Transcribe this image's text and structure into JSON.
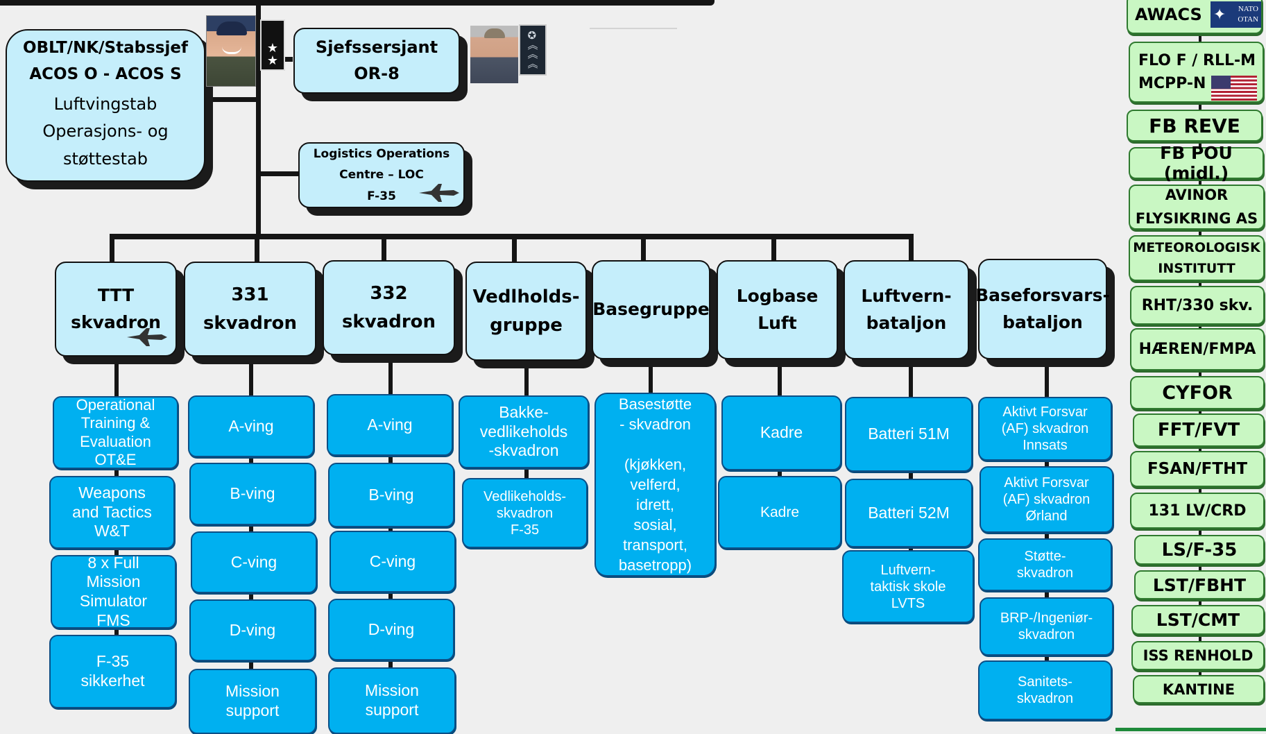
{
  "chief": {
    "title": "OBLT/NK/Stabssjef",
    "subtitle": "ACOS O - ACOS S",
    "desc": "Luftvingstab\nOperasjons- og\nstøttestab"
  },
  "sergeant": {
    "label": "Sjefssersjant\nOR-8"
  },
  "loc": {
    "label": "Logistics Operations\nCentre – LOC\nF-35"
  },
  "squadrons": [
    {
      "label": "TTT\nskvadron",
      "units": [
        "Operational\nTraining &\nEvaluation\nOT&E",
        "Weapons\nand Tactics\nW&T",
        "8 x Full\nMission\nSimulator\nFMS",
        "F-35\nsikkerhet"
      ]
    },
    {
      "label": "331\nskvadron",
      "units": [
        "A-ving",
        "B-ving",
        "C-ving",
        "D-ving",
        "Mission\nsupport"
      ]
    },
    {
      "label": "332\nskvadron",
      "units": [
        "A-ving",
        "B-ving",
        "C-ving",
        "D-ving",
        "Mission\nsupport"
      ]
    },
    {
      "label": "Vedlholds-\ngruppe",
      "units": [
        "Bakke-\nvedlikeholds\n-skvadron",
        "Vedlikeholds-\nskvadron\nF-35"
      ]
    },
    {
      "label": "Basegruppe",
      "units": [
        "Basestøtte\n- skvadron\n\n(kjøkken,\nvelferd,\nidrett,\nsosial,\ntransport,\nbasetropp)"
      ]
    },
    {
      "label": "Logbase\nLuft",
      "units": [
        "Kadre",
        "Kadre"
      ]
    },
    {
      "label": "Luftvern-\nbataljon",
      "units": [
        "Batteri 51M",
        "Batteri 52M",
        "Luftvern-\ntaktisk skole\nLVTS"
      ]
    },
    {
      "label": "Baseforsvars-\nbataljon",
      "units": [
        "Aktivt Forsvar\n(AF) skvadron\nInnsats",
        "Aktivt Forsvar\n(AF) skvadron\nØrland",
        "Støtte-\nskvadron",
        "BRP-/Ingeniør-\nskvadron",
        "Sanitets-\nskvadron"
      ]
    }
  ],
  "sidebar": [
    "AWACS",
    "FLO F / RLL-M\nMCPP-N",
    "FB REVE",
    "FB POU (midl.)",
    "AVINOR\nFLYSIKRING AS",
    "METEOROLOGISK\nINSTITUTT",
    "RHT/330 skv.",
    "HÆREN/FMPA",
    "CYFOR",
    "FFT/FVT",
    "FSAN/FTHT",
    "131 LV/CRD",
    "LS/F-35",
    "LST/FBHT",
    "LST/CMT",
    "ISS RENHOLD",
    "KANTINE"
  ],
  "nato_logo": {
    "line1": "NATO",
    "line2": "OTAN"
  },
  "colors": {
    "background": "#efefef",
    "head_fill": "#c5eefb",
    "unit_fill": "#00b0f0",
    "side_fill": "#c9f7c3"
  },
  "icons": [
    "officer-photo",
    "rank-insignia",
    "sergeant-photo",
    "sergeant-insignia",
    "f35-aircraft-icon",
    "nato-flag-icon",
    "us-flag-icon"
  ]
}
